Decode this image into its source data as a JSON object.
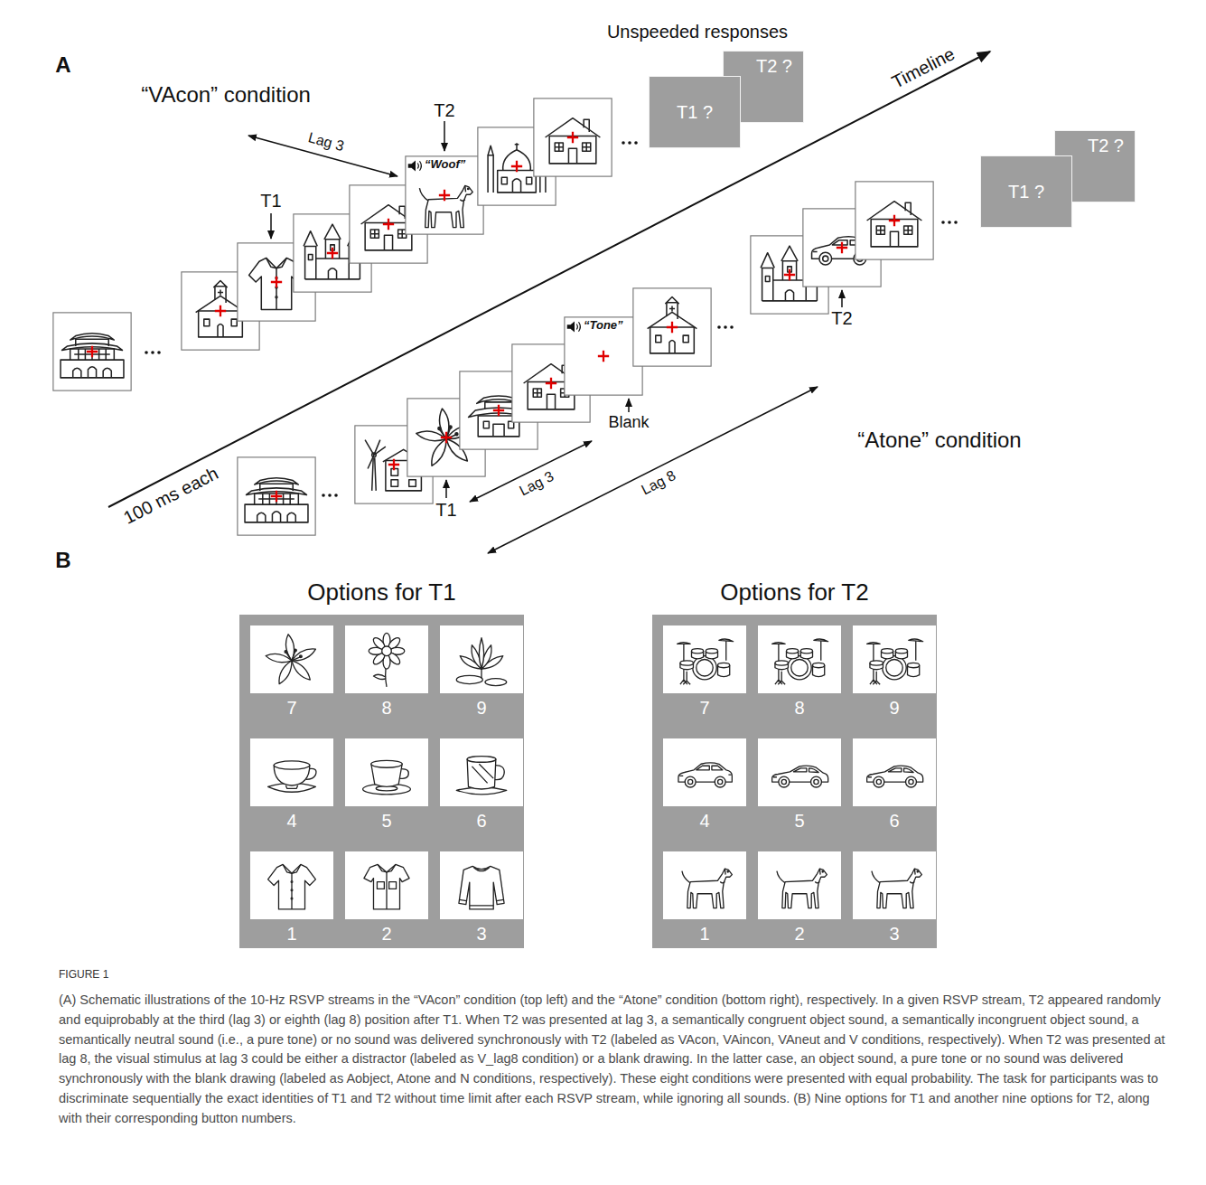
{
  "diagram": {
    "caption": "(A) Schematic illustrations of the 10-Hz RSVP streams in the “VAcon” condition (top left) and the “Atone” condition (bottom right), respectively. In a given RSVP stream, T2 appeared randomly and equiprobably at the third (lag 3) or eighth (lag 8) position after T1. When T2 was presented at lag 3, a semantically congruent object sound, a semantically incongruent object sound, a semantically neutral sound (i.e., a pure tone) or no sound was delivered synchronously with T2 (labeled as VAcon, VAincon, VAneut and V conditions, respectively). When T2 was presented at lag 8, the visual stimulus at lag 3 could be either a distractor (labeled as V_lag8 condition) or a blank drawing. In the latter case, an object sound, a pure tone or no sound was delivered synchronously with the blank drawing (labeled as Aobject, Atone and N conditions, respectively). These eight conditions were presented with equal probability. The task for participants was to discriminate sequentially the exact identities of T1 and T2 without time limit after each RSVP stream, while ignoring all sounds. (B) Nine options for T1 and another nine options for T2, along with their corresponding button numbers.",
    "nodes": [
      {
        "text": [
          "T1 ?"
        ]
      },
      {
        "text": [
          "T2 ?"
        ]
      },
      {
        "text": [
          "“Woof”"
        ]
      },
      {
        "text": [
          "“Tone”"
        ]
      },
      {
        "text": [
          "T1 ?"
        ]
      },
      {
        "text": [
          "T2 ?"
        ]
      },
      {
        "text": [
          "Options for T1"
        ]
      },
      {
        "text": [
          "7"
        ],
        "in": 6
      },
      {
        "text": [
          "8"
        ],
        "in": 6
      },
      {
        "text": [
          "9"
        ],
        "in": 6
      },
      {
        "text": [
          "4"
        ],
        "in": 6
      },
      {
        "text": [
          "5"
        ],
        "in": 6
      },
      {
        "text": [
          "6"
        ],
        "in": 6
      },
      {
        "text": [
          "1"
        ],
        "in": 6
      },
      {
        "text": [
          "2"
        ],
        "in": 6
      },
      {
        "text": [
          "3"
        ],
        "in": 6
      },
      {
        "text": [
          "Options for T2"
        ]
      },
      {
        "text": [
          "7"
        ],
        "in": 16
      },
      {
        "text": [
          "8"
        ],
        "in": 16
      },
      {
        "text": [
          "9"
        ],
        "in": 16
      },
      {
        "text": [
          "4"
        ],
        "in": 16
      },
      {
        "text": [
          "5"
        ],
        "in": 16
      },
      {
        "text": [
          "6"
        ],
        "in": 16
      },
      {
        "text": [
          "1"
        ],
        "in": 16
      },
      {
        "text": [
          "2"
        ],
        "in": 16
      },
      {
        "text": [
          "3"
        ],
        "in": 16
      }
    ],
    "labels": [
      "A",
      "“VAcon” condition",
      "Unspeeded responses",
      "Timeline",
      "T1",
      "Lag 3",
      "T2",
      "100 ms each",
      "Lag 3",
      "T1",
      "Blank",
      "Lag 8",
      "T2",
      "“Atone” condition",
      "B",
      "FIGURE 1"
    ]
  }
}
